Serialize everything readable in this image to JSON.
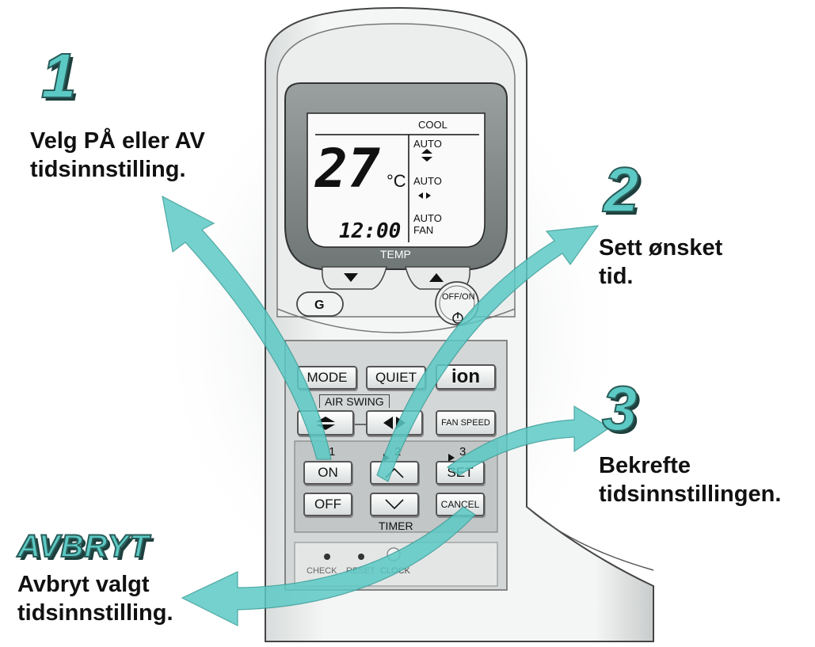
{
  "steps": [
    {
      "num": "1",
      "text_lines": [
        "Velg PÅ eller AV",
        "tidsinnstilling."
      ]
    },
    {
      "num": "2",
      "text_lines": [
        "Sett ønsket",
        "tid."
      ]
    },
    {
      "num": "3",
      "text_lines": [
        "Bekrefte",
        "tidsinnstillingen."
      ]
    }
  ],
  "cancel": {
    "heading": "AVBRYT",
    "text_lines": [
      "Avbryt valgt",
      "tidsinnstilling."
    ]
  },
  "lcd": {
    "mode": "COOL",
    "temperature": "27",
    "unit": "°C",
    "time": "12:00",
    "vertical_swing": "AUTO",
    "horizontal_swing": "AUTO",
    "fan_line1": "AUTO",
    "fan_line2": "FAN"
  },
  "remote": {
    "temp_label": "TEMP",
    "offon_label": "OFF/ON",
    "mode_label": "MODE",
    "quiet_label": "QUIET",
    "ion_label": "ion",
    "air_swing_label": "AIR SWING",
    "fan_speed_label": "FAN SPEED",
    "timer_steps": [
      "1",
      "2",
      "3"
    ],
    "on_label": "ON",
    "off_label": "OFF",
    "set_label": "SET",
    "cancel_label": "CANCEL",
    "timer_label": "TIMER",
    "check_label": "CHECK",
    "reset_label": "RESET",
    "clock_label": "CLOCK"
  },
  "colors": {
    "accent": "#5cc9c4",
    "accent_dark": "#2a5d5a"
  }
}
